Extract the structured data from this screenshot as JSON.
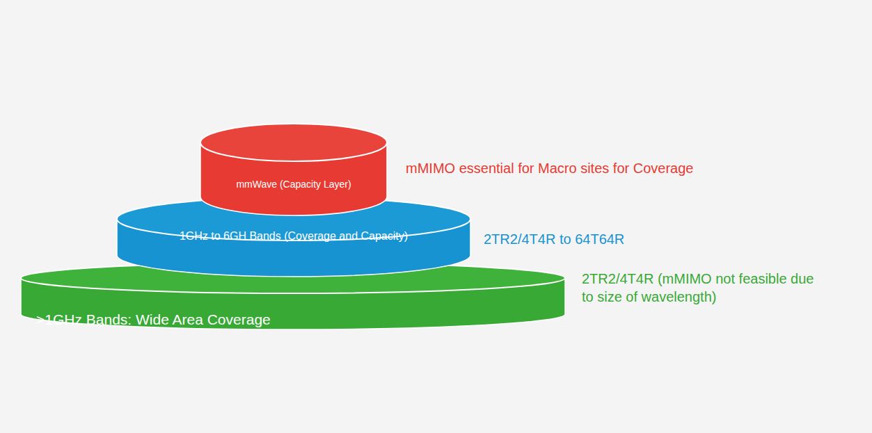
{
  "diagram": {
    "nodes": [
      {
        "text": [
          "mmWave (Capacity Layer)"
        ]
      },
      {
        "text": [
          "1GHz to 6GH Bands (Coverage and Capacity)"
        ]
      },
      {
        "text": [
          ">1GHz Bands: Wide Area Coverage"
        ]
      }
    ],
    "labels": [
      "mMIMO essential for Macro sites for Coverage",
      "2TR2/4T4R to 64T64R",
      "2TR2/4T4R (mMIMO not feasible due to size of wavelength)"
    ]
  }
}
